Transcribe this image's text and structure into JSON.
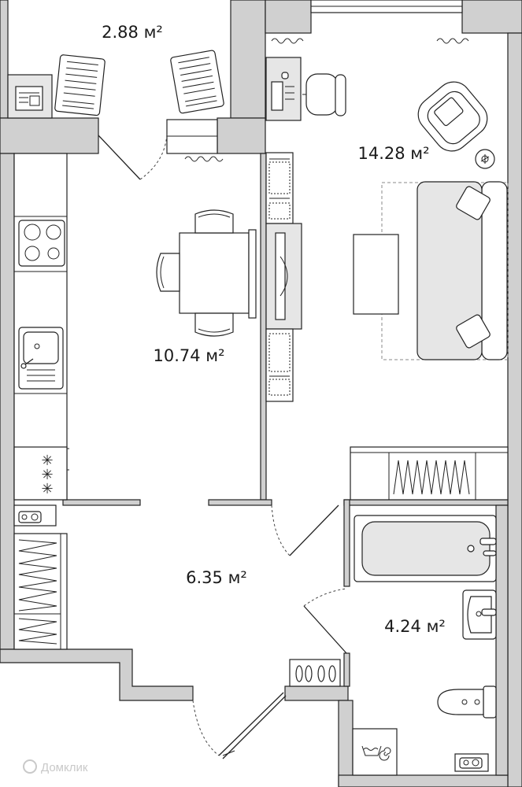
{
  "rooms": [
    {
      "id": "balcony",
      "area": "2.88 м²"
    },
    {
      "id": "living",
      "area": "14.28 м²"
    },
    {
      "id": "kitchen",
      "area": "10.74 м²"
    },
    {
      "id": "hall",
      "area": "6.35 м²"
    },
    {
      "id": "bathroom",
      "area": "4.24 м²"
    }
  ],
  "watermark": "Домклик",
  "colors": {
    "wall_fill": "#d0d0d0",
    "line": "#222222",
    "background": "#ffffff"
  }
}
